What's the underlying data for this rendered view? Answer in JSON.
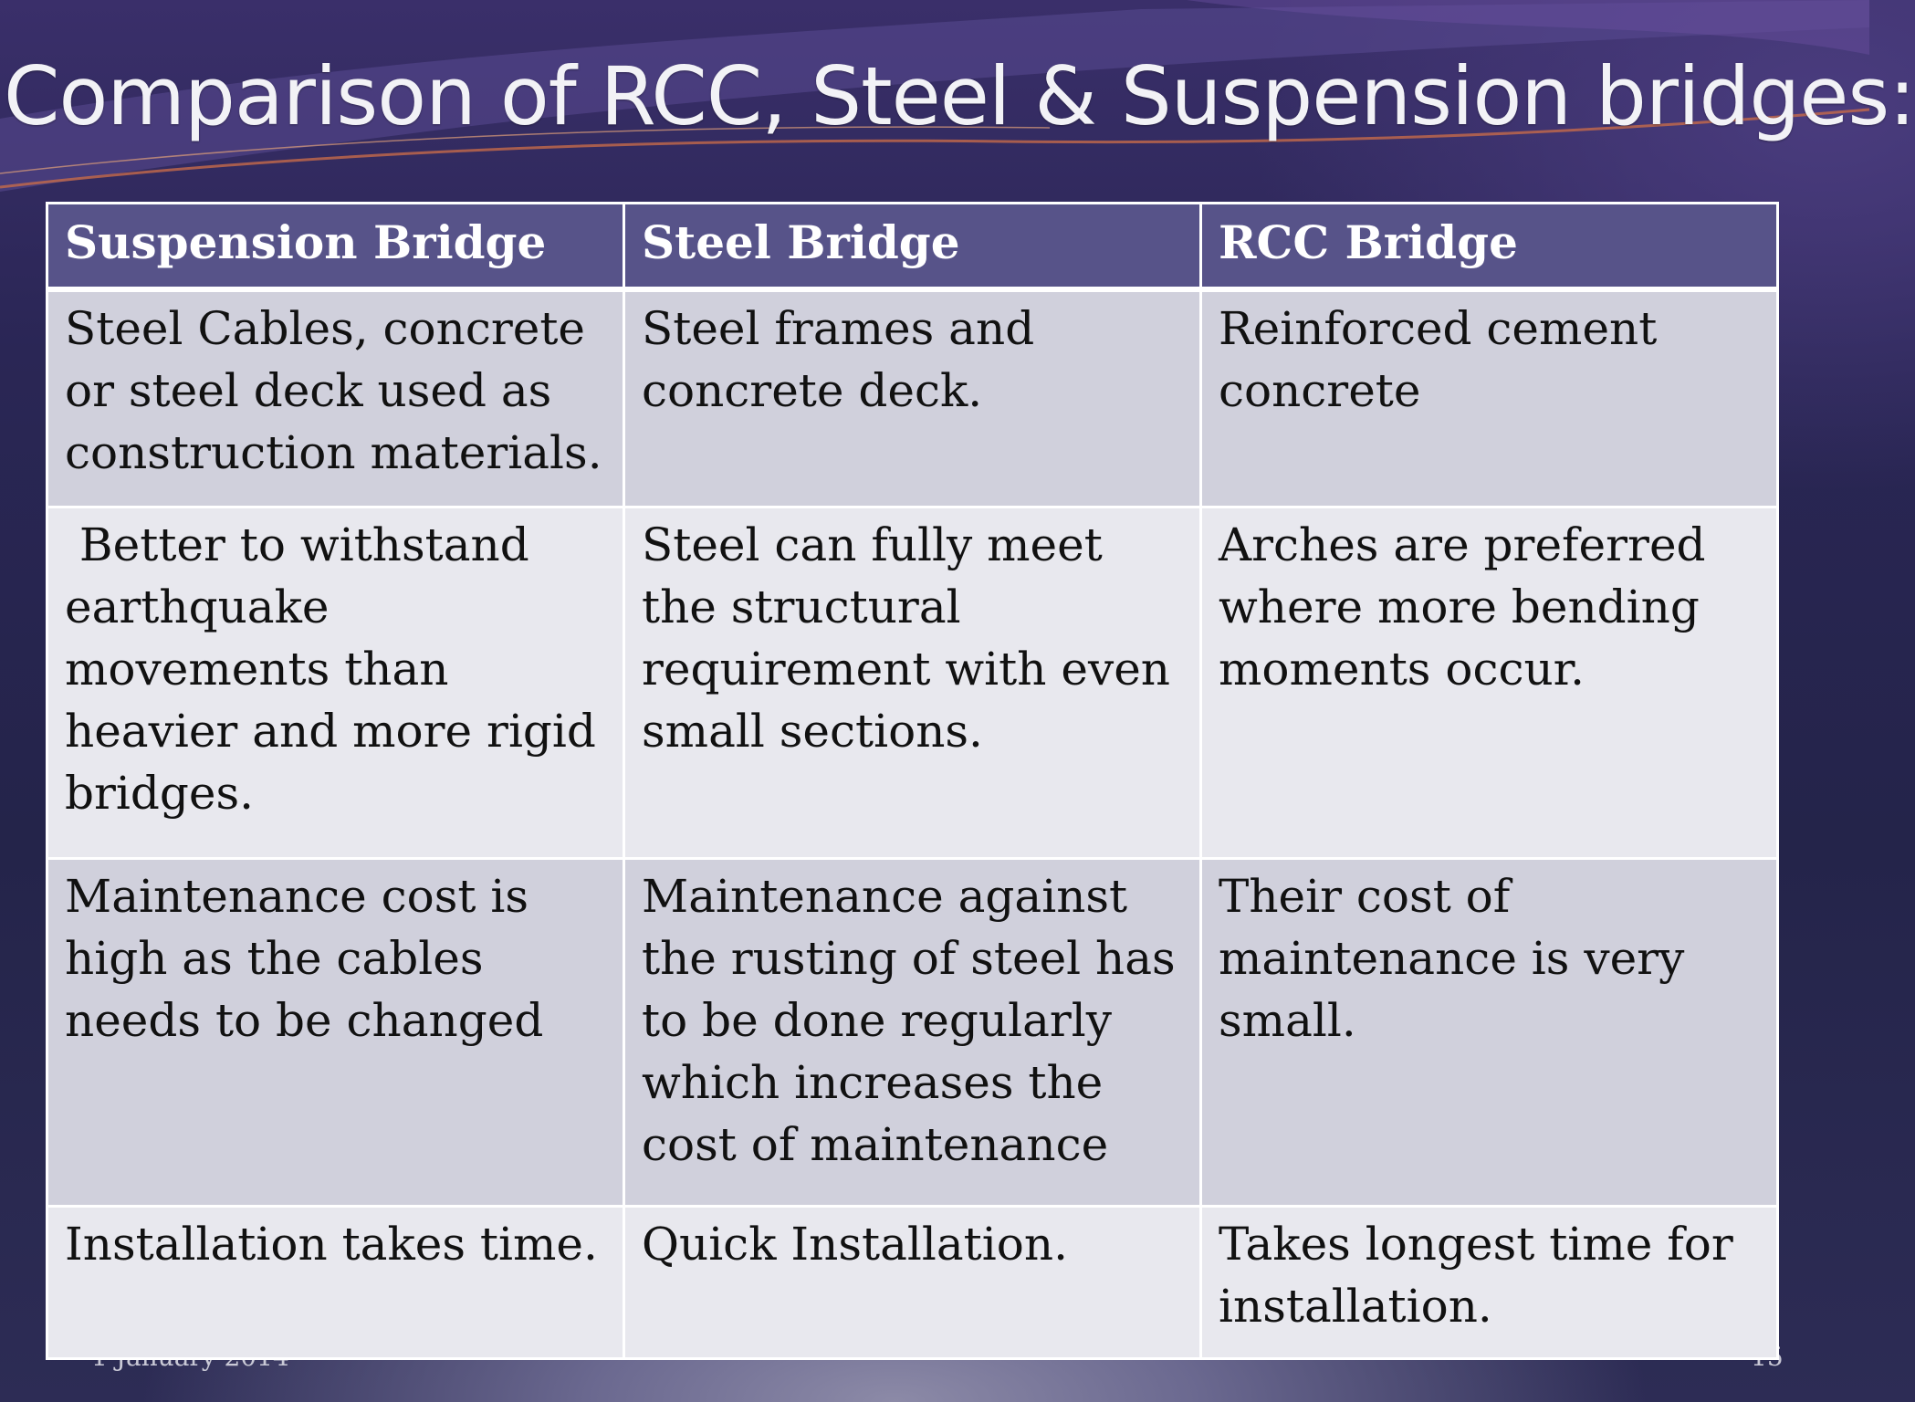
{
  "slide": {
    "title": "Comparison of RCC, Steel & Suspension bridges:",
    "footer_date": "1 January 2014",
    "page_number": "15"
  },
  "table": {
    "headers": [
      "Suspension Bridge",
      "Steel Bridge",
      "RCC Bridge"
    ],
    "rows": [
      [
        "Steel Cables, concrete or steel deck used as construction materials.",
        "Steel frames and concrete deck.",
        "Reinforced cement concrete"
      ],
      [
        " Better to withstand earthquake movements than heavier and more rigid bridges.",
        "Steel can fully meet the structural requirement with even small sections.",
        "Arches are preferred where more bending moments occur."
      ],
      [
        "Maintenance cost is high as the cables needs to be changed",
        "Maintenance against the rusting of steel has to be done regularly which increases the cost of maintenance",
        "Their cost of maintenance is very small."
      ],
      [
        "Installation takes time.",
        "Quick Installation.",
        "Takes longest time for installation."
      ]
    ]
  },
  "colors": {
    "header_bg": "#575389",
    "row_dark": "#d0d0dc",
    "row_light": "#e8e8ee",
    "background": "#2a2655"
  }
}
